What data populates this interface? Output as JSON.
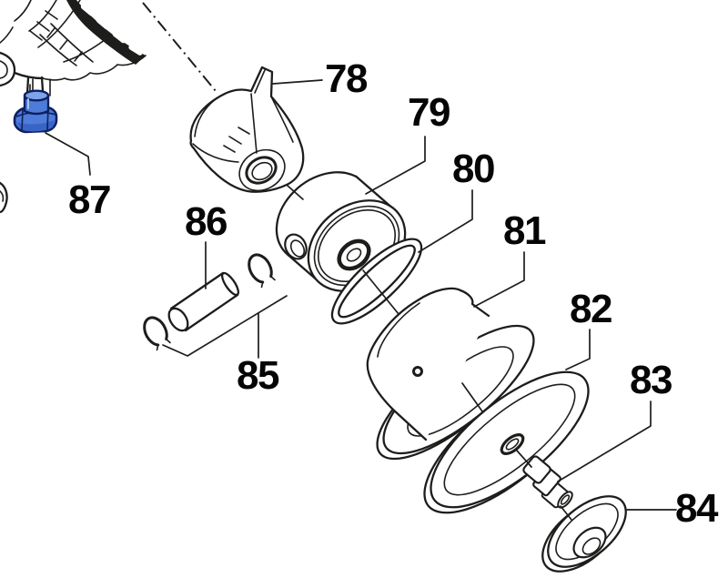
{
  "diagram": {
    "type": "exploded-parts-diagram",
    "callouts": [
      {
        "number": "78"
      },
      {
        "number": "79"
      },
      {
        "number": "80"
      },
      {
        "number": "81"
      },
      {
        "number": "82"
      },
      {
        "number": "83"
      },
      {
        "number": "84"
      },
      {
        "number": "85"
      },
      {
        "number": "86"
      },
      {
        "number": "87"
      }
    ],
    "colors": {
      "line": "#1d1d1b",
      "background": "#ffffff",
      "plug_body": "#4e7cd9",
      "plug_top": "#7fa3ea",
      "plug_dark": "#3a63c6",
      "plug_outline": "#0e2060"
    }
  }
}
